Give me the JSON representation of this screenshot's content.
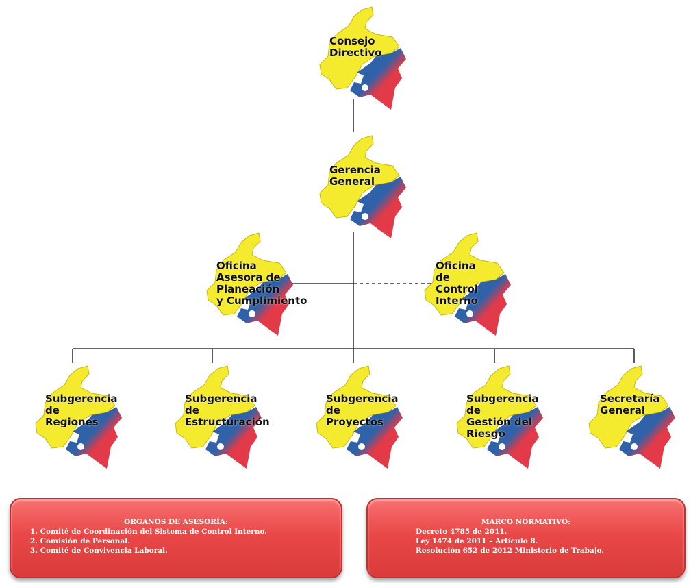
{
  "colors": {
    "yellow": "#f4ea2e",
    "yellow_edge": "#c9b80e",
    "blue": "#2f62a8",
    "red": "#e23a48",
    "line": "#333333",
    "box_red": "#ea4848"
  },
  "nodes": {
    "consejo": {
      "lines": [
        "Consejo",
        "Directivo"
      ]
    },
    "gerencia": {
      "lines": [
        "Gerencia",
        "General"
      ]
    },
    "planeacion": {
      "lines": [
        "Oficina",
        "Asesora de",
        "Planeación",
        "y Cumplimiento"
      ]
    },
    "control": {
      "lines": [
        "Oficina",
        "de",
        "Control",
        "Interno"
      ]
    },
    "regiones": {
      "lines": [
        "Subgerencia",
        "de",
        "Regiones"
      ]
    },
    "estructuracion": {
      "lines": [
        "Subgerencia",
        "de",
        "Estructuración"
      ]
    },
    "proyectos": {
      "lines": [
        "Subgerencia",
        "de",
        "Proyectos"
      ]
    },
    "riesgo": {
      "lines": [
        "Subgerencia",
        "de",
        "Gestión del",
        "Riesgo"
      ]
    },
    "secretaria": {
      "lines": [
        "Secretaría",
        "General"
      ]
    }
  },
  "organos": {
    "title": "ORGANOS DE ASESORÍA:",
    "items": [
      "1. Comité de Coordinación del Sistema de Control Interno.",
      "2. Comisión de Personal.",
      "3. Comité de Convivencia Laboral."
    ]
  },
  "marco": {
    "title": "MARCO NORMATIVO:",
    "items": [
      "Decreto 4785 de 2011.",
      "Ley 1474 de 2011 – Artículo 8.",
      "Resolución 652 de 2012 Ministerio de Trabajo."
    ]
  }
}
